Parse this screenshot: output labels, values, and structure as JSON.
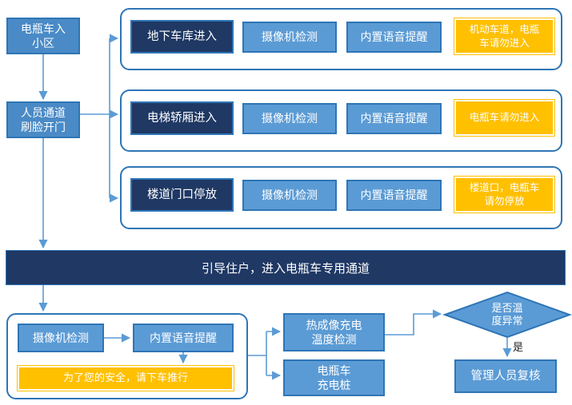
{
  "palette": {
    "light_blue": "#5B9BD5",
    "left_blue": "#4A8AC6",
    "dark_navy": "#1F3864",
    "border_blue": "#2E75B6",
    "orange": "#FFC000",
    "arrow_blue": "#5B9BD5",
    "text_white": "#FFFFFF",
    "background": "#FFFFFF"
  },
  "flow": {
    "start": "电瓶车入\n小区",
    "face_gate": "人员通道\n刷脸开门",
    "rows": [
      {
        "scene": "地下车库进入",
        "camera": "摄像机检测",
        "voice": "内置语音提醒",
        "warning": "机动车道，电瓶\n车请勿进入"
      },
      {
        "scene": "电梯轿厢进入",
        "camera": "摄像机检测",
        "voice": "内置语音提醒",
        "warning": "电瓶车请勿进入"
      },
      {
        "scene": "楼道门口停放",
        "camera": "摄像机检测",
        "voice": "内置语音提醒",
        "warning": "楼道口，电瓶车\n请勿停放"
      }
    ],
    "banner": "引导住户，进入电瓶车专用通道",
    "channel": {
      "camera": "摄像机检测",
      "voice": "内置语音提醒",
      "warning": "为了您的安全，请下车推行",
      "thermal": "热成像充电\n温度检测",
      "charger": "电瓶车\n充电桩",
      "decision": "是否温\n度异常",
      "decision_yes": "是",
      "review": "管理人员复核"
    }
  }
}
